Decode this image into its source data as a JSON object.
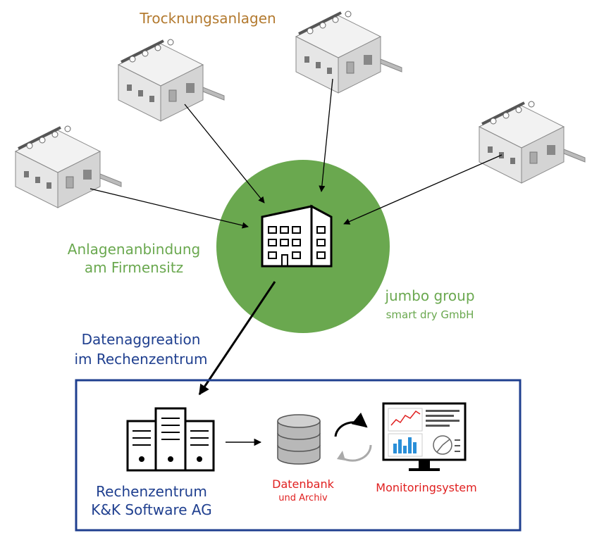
{
  "diagram": {
    "top_label": "Trocknungsanlagen",
    "hub": {
      "label_line1": "Anlagenanbindung",
      "label_line2": "am Firmensitz",
      "company_line1": "jumbo group",
      "company_line2": "smart dry GmbH"
    },
    "aggregation": {
      "line1": "Datenaggreation",
      "line2": "im Rechenzentrum"
    },
    "datacenter": {
      "line1": "Rechenzentrum",
      "line2": "K&K Software AG"
    },
    "database": {
      "line1": "Datenbank",
      "line2": "und Archiv"
    },
    "monitoring": {
      "label": "Monitoringsystem"
    },
    "colors": {
      "hub_green": "#6aa84f",
      "label_brown": "#b37a2f",
      "label_blue": "#1f3f8f",
      "label_red": "#e02020",
      "frame_blue": "#1f3f8f"
    },
    "icons": [
      "drying-machine-icon",
      "office-building-icon",
      "server-rack-icon",
      "database-icon",
      "sync-arrows-icon",
      "monitor-dashboard-icon"
    ]
  }
}
